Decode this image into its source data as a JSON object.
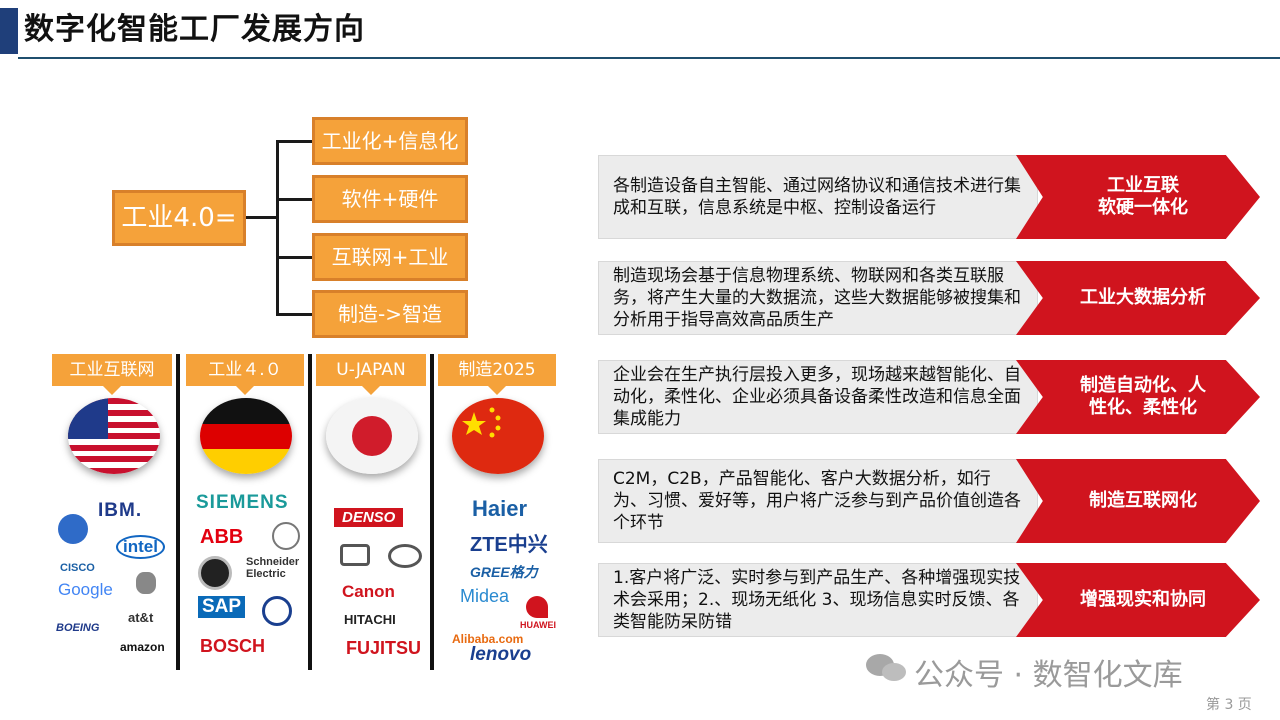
{
  "header": {
    "title": "数字化智能工厂发展方向"
  },
  "tree": {
    "root": "工业4.0=",
    "branches": [
      "工业化+信息化",
      "软件+硬件",
      "互联网+工业",
      "制造->智造"
    ]
  },
  "countries": [
    {
      "label": "工业互联网",
      "flag": "usa-flag",
      "logos": [
        "IBM.",
        "intel",
        "CISCO",
        "Google",
        "BOEING",
        "at&t",
        "amazon"
      ]
    },
    {
      "label": "工业４.０",
      "flag": "germany-flag",
      "logos": [
        "SIEMENS",
        "ABB",
        "Schneider Electric",
        "SAP",
        "BOSCH"
      ]
    },
    {
      "label": "U-JAPAN",
      "flag": "japan-flag",
      "logos": [
        "DENSO",
        "Canon",
        "HITACHI",
        "FUJITSU"
      ]
    },
    {
      "label": "制造2025",
      "flag": "china-flag",
      "logos": [
        "Haier",
        "ZTE中兴",
        "GREE格力",
        "Midea",
        "HUAWEI",
        "Alibaba.com",
        "lenovo"
      ]
    }
  ],
  "rows": [
    {
      "desc": "各制造设备自主智能、通过网络协议和通信技术进行集成和互联，信息系统是中枢、控制设备运行",
      "tag": "工业互联\n软硬一体化"
    },
    {
      "desc": "制造现场会基于信息物理系统、物联网和各类互联服务，将产生大量的大数据流，这些大数据能够被搜集和分析用于指导高效高品质生产",
      "tag": "工业大数据分析"
    },
    {
      "desc": "企业会在生产执行层投入更多，现场越来越智能化、自动化，柔性化、企业必须具备设备柔性改造和信息全面集成能力",
      "tag": "制造自动化、人\n性化、柔性化"
    },
    {
      "desc": "C2M，C2B，产品智能化、客户大数据分析，如行为、习惯、爱好等，用户将广泛参与到产品价值创造各个环节",
      "tag": "制造互联网化"
    },
    {
      "desc": "1.客户将广泛、实时参与到产品生产、各种增强现实技术会采用；2.、现场无纸化 3、现场信息实时反馈、各类智能防呆防错",
      "tag": "增强现实和协同"
    }
  ],
  "footer": {
    "watermark": "公众号 · 数智化文库",
    "page": "第 3 页"
  },
  "colors": {
    "accent_orange": "#f5a23a",
    "accent_red": "#d0141e",
    "title_bar": "#1f3f7a"
  }
}
